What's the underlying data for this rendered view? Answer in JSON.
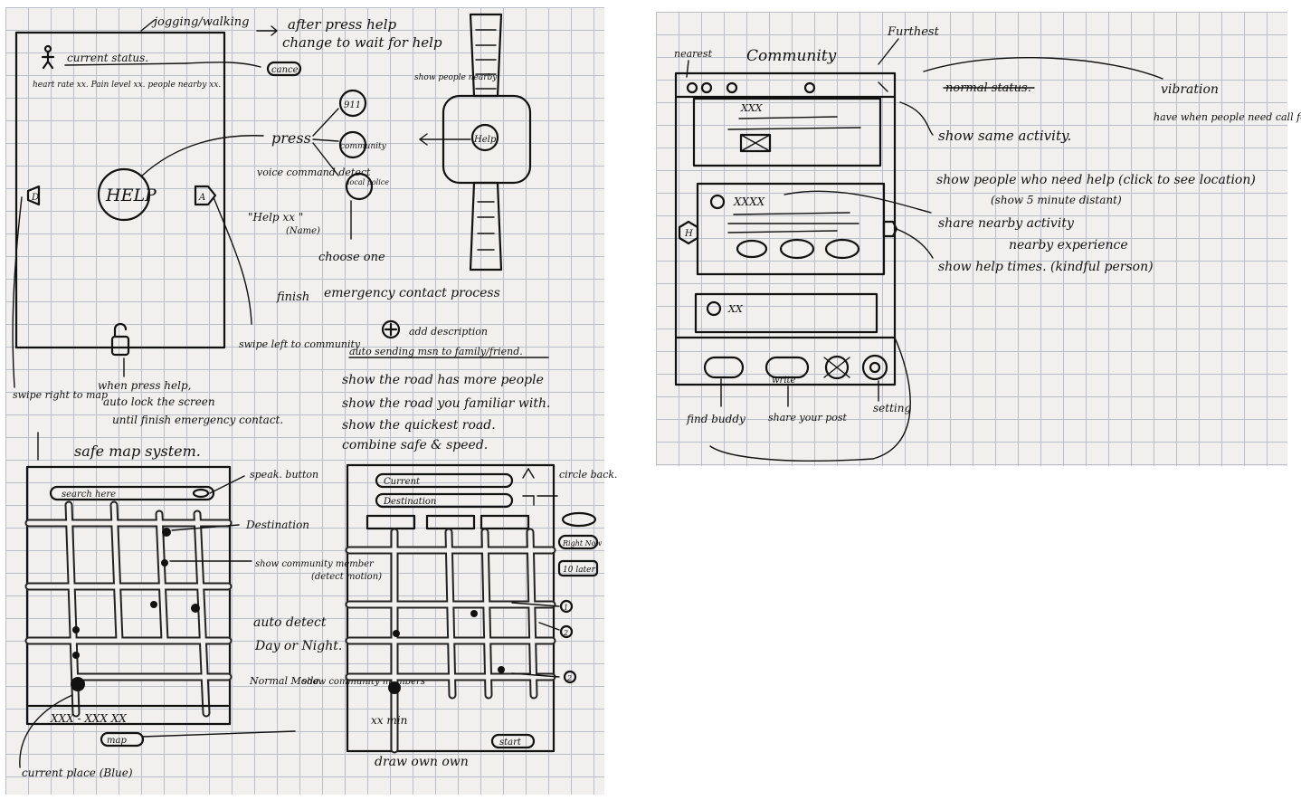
{
  "left": {
    "top_annotations": {
      "jogging": "jogging/walking",
      "after_press": "after press help",
      "change_to": "change to wait for help"
    },
    "phone": {
      "current_status": "current status.",
      "stats": "heart rate xx. Pain level xx. people nearby xx.",
      "cancel_button": "cancel",
      "help_button": "HELP",
      "left_edge_button": "D",
      "right_edge_button": "A"
    },
    "press_flow": {
      "press": "press",
      "voice_command": "voice command detect",
      "help_voice": "\"Help xx \"",
      "help_name": "(Name)",
      "option_911": "911",
      "option_community": "community",
      "option_police": "local police",
      "choose": "choose one",
      "finish": "finish",
      "emergency_process": "emergency contact process",
      "add_description": "add description",
      "auto_sending": "auto sending msn to family/friend."
    },
    "watch": {
      "show_people": "show people nearby",
      "help_button": "Help"
    },
    "swipe_notes": {
      "swipe_left": "swipe left to community",
      "swipe_right": "swipe right to map",
      "lock_note_1": "when press help,",
      "lock_note_2": "auto lock the screen",
      "lock_note_3": "until finish emergency contact."
    },
    "map_title": "safe map system.",
    "road_options": [
      "show the road has more people",
      "show the road you familiar with.",
      "show the quickest road.",
      "combine safe & speed."
    ],
    "map_phone": {
      "search_placeholder": "search here",
      "bottom_info": "XXX - XXX XX",
      "map_button": "map",
      "current_place": "current place (Blue)"
    },
    "map_labels": {
      "speak_button": "speak. button",
      "destination": "Destination",
      "show_community": "show community member",
      "detect_motion": "(detect motion)",
      "auto_detect": "auto detect",
      "day_night": "Day or Night.",
      "normal_mode": "Normal Mode.",
      "show_community_members": "show community members"
    },
    "route_phone": {
      "current": "Current",
      "destination": "Destination",
      "eta": "xx min",
      "start_button": "start",
      "circle_back": "circle back.",
      "side_btn_2": "Right Now",
      "side_btn_3": "10 later",
      "draw_own": "draw own own",
      "marker_1": "1",
      "marker_2": "2",
      "marker_3": "2"
    }
  },
  "right": {
    "title": "Community",
    "nearest": "nearest",
    "furthest": "Furthest",
    "feed_head": "XXX",
    "feed_card_1": "XXX",
    "feed_card_2": "XXXX",
    "feed_card_3": "XX",
    "edge_left": "H",
    "nav": {
      "find_buddy": "find buddy",
      "write": "write",
      "share_post": "share your post",
      "setting": "setting"
    },
    "normal_status": "normal status.",
    "vibration": "vibration",
    "vibration_note": "have when people need call for help.",
    "features": [
      "show same activity.",
      "show people who need help (click to see location)",
      "share nearby activity",
      "show help times. (kindful person)"
    ],
    "feature_2_sub": "(show 5 minute distant)",
    "feature_3_sub": "nearby experience"
  }
}
